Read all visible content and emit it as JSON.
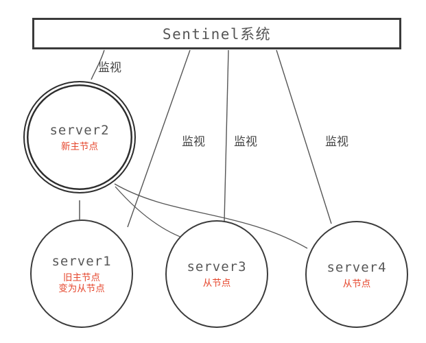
{
  "diagram": {
    "title": "Sentinel系统",
    "header": {
      "label": "Sentinel系统"
    },
    "nodes": [
      {
        "id": "server2",
        "name": "server2",
        "role": "新主节点",
        "ring": "double",
        "role_color": "#e5452b"
      },
      {
        "id": "server1",
        "name": "server1",
        "role": "旧主节点\n变为从节点",
        "ring": "single",
        "role_color": "#e5452b"
      },
      {
        "id": "server3",
        "name": "server3",
        "role": "从节点",
        "ring": "single",
        "role_color": "#e5452b"
      },
      {
        "id": "server4",
        "name": "server4",
        "role": "从节点",
        "ring": "single",
        "role_color": "#e5452b"
      }
    ],
    "edge_labels": [
      {
        "text": "监视",
        "target": "server2"
      },
      {
        "text": "监视",
        "target": "server1"
      },
      {
        "text": "监视",
        "target": "server3"
      },
      {
        "text": "监视",
        "target": "server4"
      }
    ],
    "colors": {
      "box_border": "#3a3a3a",
      "circle_border": "#3b3b3b",
      "node_text": "#575757",
      "role_text": "#e5452b",
      "edge_line": "#555555",
      "background": "#ffffff"
    }
  }
}
